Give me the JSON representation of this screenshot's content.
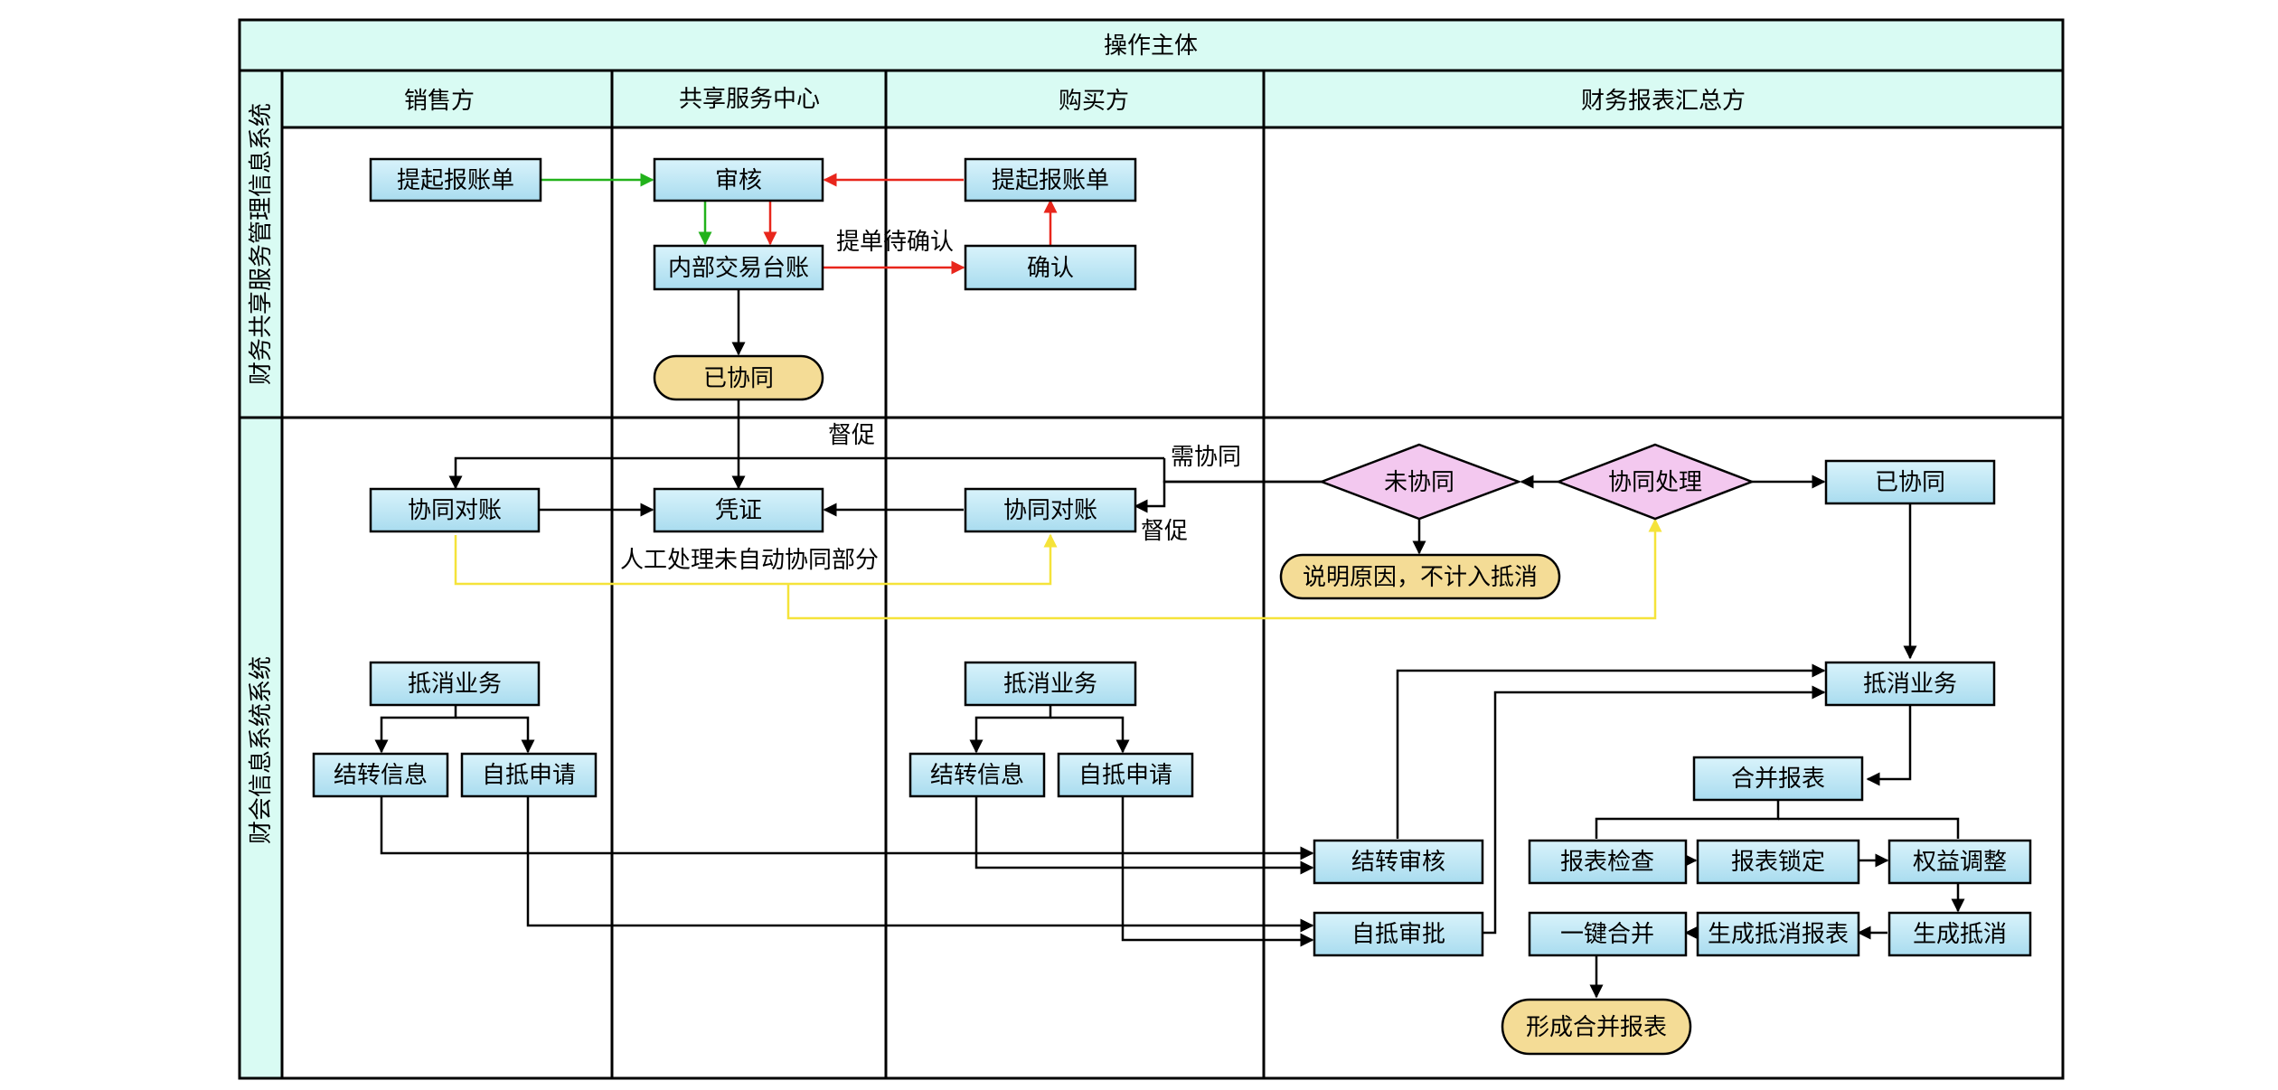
{
  "header": {
    "title": "操作主体"
  },
  "columns": {
    "seller": "销售方",
    "service_center": "共享服务中心",
    "buyer": "购买方",
    "report_summary": "财务报表汇总方"
  },
  "rows": {
    "shared_service_system": "财务共享服务管理信息系统",
    "accounting_system": "财会信息系统系统"
  },
  "nodes": {
    "seller_submit": "提起报账单",
    "audit": "审核",
    "buyer_submit": "提起报账单",
    "internal_ledger": "内部交易台账",
    "confirm": "确认",
    "collaborated_top": "已协同",
    "seller_reconcile": "协同对账",
    "voucher": "凭证",
    "buyer_reconcile": "协同对账",
    "not_collaborated": "未协同",
    "collab_process": "协同处理",
    "collaborated_right": "已协同",
    "explain_reason": "说明原因，不计入抵消",
    "seller_offset": "抵消业务",
    "seller_carry": "结转信息",
    "seller_self_apply": "自抵申请",
    "buyer_offset": "抵消业务",
    "buyer_carry": "结转信息",
    "buyer_self_apply": "自抵申请",
    "carry_review": "结转审核",
    "self_approve": "自抵审批",
    "summary_offset": "抵消业务",
    "merge_reports": "合并报表",
    "report_check": "报表检查",
    "report_lock": "报表锁定",
    "equity_adjust": "权益调整",
    "gen_offset": "生成抵消",
    "gen_offset_report": "生成抵消报表",
    "one_click_merge": "一键合并",
    "form_merged_report": "形成合并报表"
  },
  "edge_labels": {
    "pending_confirm": "提单待确认",
    "urge_top": "督促",
    "need_collab": "需协同",
    "urge_right": "督促",
    "manual_process": "人工处理未自动协同部分"
  },
  "colors": {
    "header_fill": "#d9fbf3",
    "box_fill": "#bfe8f5",
    "terminal_fill": "#f4dc96",
    "decision_fill": "#f3c8ef",
    "green_arrow": "#22b21b",
    "red_arrow": "#e8261c",
    "yellow_arrow": "#f5e33a"
  }
}
